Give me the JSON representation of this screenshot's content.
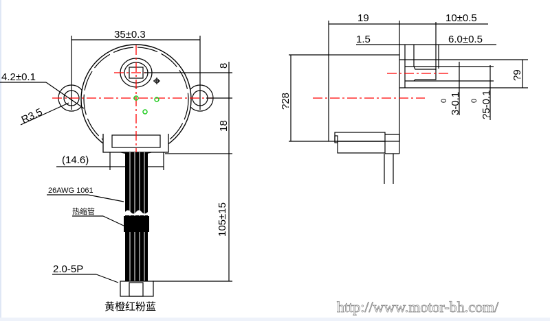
{
  "front_view": {
    "width_dim": "35±0.3",
    "hole_dim": "4.2±0.1",
    "radius_dim": "R3.5",
    "top_offset_dim": "8",
    "bottom_offset_dim": "18",
    "connector_width_dim": "(14.6)",
    "lead_length_dim": "105±15",
    "wire_label": "26AWG 1061",
    "heat_shrink_label": "热缩管",
    "connector_label": "2.0-5P",
    "wire_colors_label": "黄橙红粉蓝"
  },
  "side_view": {
    "body_depth_dim": "19",
    "shaft_length_dim": "10±0.5",
    "boss_dim": "1.5",
    "flat_length_dim": "6.0±0.5",
    "diameter_dim": "?28",
    "boss_diameter_dim": "?9",
    "flat_dim_upper": "0",
    "flat_dim": "3-0.1",
    "shaft_dia_upper": "0",
    "shaft_dia_dim": "?5-0.1"
  },
  "watermark": "http://www.motor-bh.com/",
  "colors": {
    "centerline": "#ff0000",
    "marker": "#22cc22",
    "line": "#000000"
  }
}
